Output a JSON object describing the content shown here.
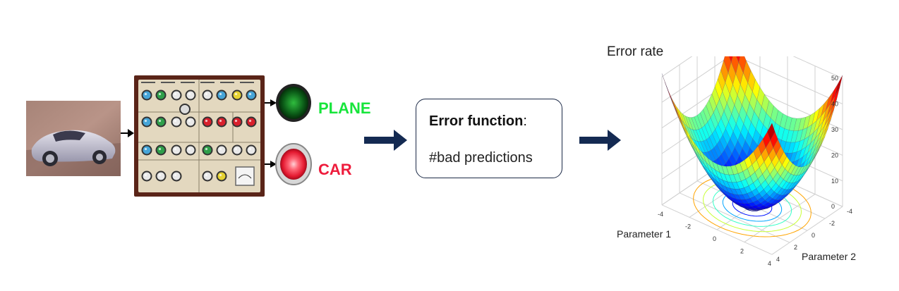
{
  "outputs": {
    "plane": "PLANE",
    "car": "CAR"
  },
  "error_function": {
    "title": "Error function",
    "title_suffix": ":",
    "body": "#bad predictions"
  },
  "surface_plot": {
    "z_label": "Error rate",
    "x_label": "Parameter 1",
    "y_label": "Parameter 2",
    "z_ticks": [
      "0",
      "10",
      "20",
      "30",
      "40",
      "50"
    ],
    "x_ticks": [
      "-4",
      "-2",
      "0",
      "2",
      "4"
    ],
    "y_ticks": [
      "-4",
      "-2",
      "0",
      "2",
      "4"
    ]
  },
  "colors": {
    "arrow": "#142a52",
    "plane_text": "#17e53b",
    "car_text": "#ee1c3c"
  }
}
